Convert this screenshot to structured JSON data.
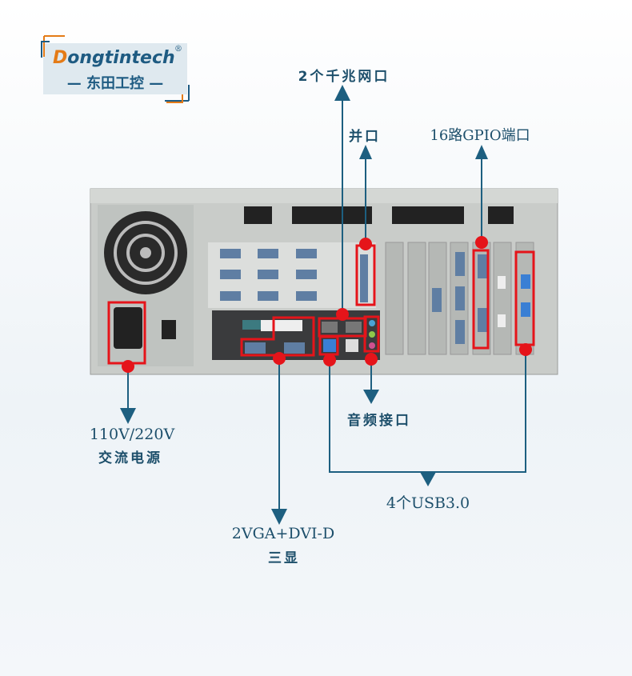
{
  "logo": {
    "brand_initial": "D",
    "brand_rest": "ongtintech",
    "reg": "®",
    "chinese": "— 东田工控 —"
  },
  "labels": {
    "lan": "2个千兆网口",
    "parallel": "并口",
    "gpio": "16路GPIO端口",
    "power_voltage": "110V/220V",
    "power_name": "交流电源",
    "audio": "音频接口",
    "usb": "4个USB3.0",
    "display": "2VGA+DVI-D",
    "display_sub": "三显"
  },
  "colors": {
    "line": "#1d5f80",
    "marker": "#e5141a",
    "chassis": "#c9ccc9"
  }
}
